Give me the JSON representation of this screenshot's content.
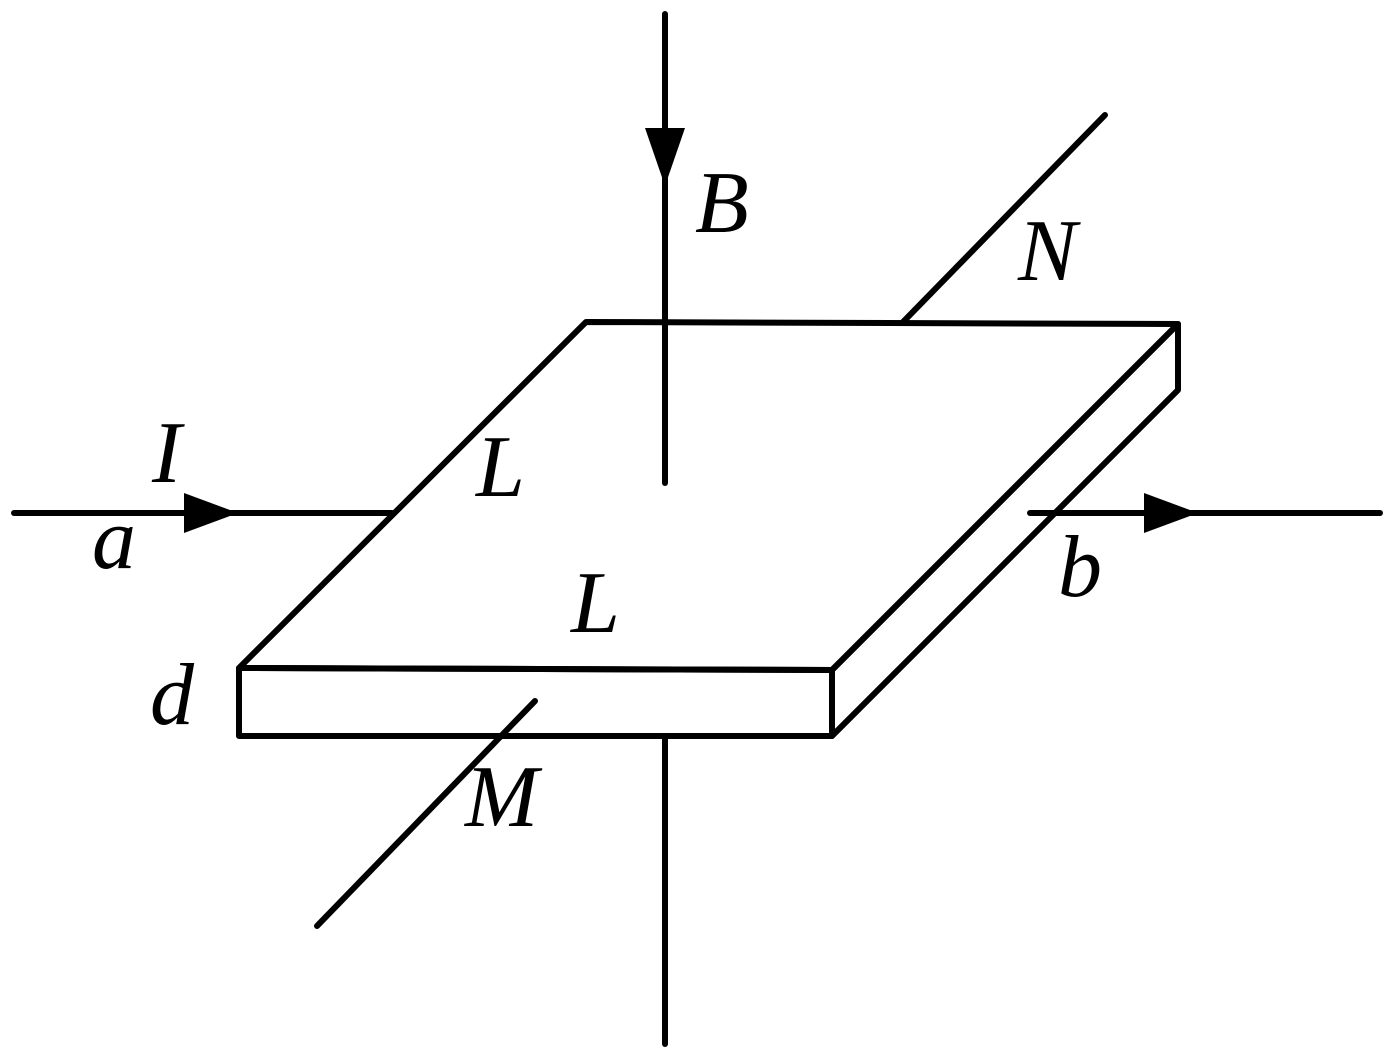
{
  "labels": {
    "magnetic_field": "B",
    "current": "I",
    "terminal_a": "a",
    "terminal_b": "b",
    "side_length_left": "L",
    "side_length_front": "L",
    "thickness": "d",
    "face_M": "M",
    "face_N": "N"
  },
  "colors": {
    "line": "#000000",
    "background": "#ffffff"
  }
}
